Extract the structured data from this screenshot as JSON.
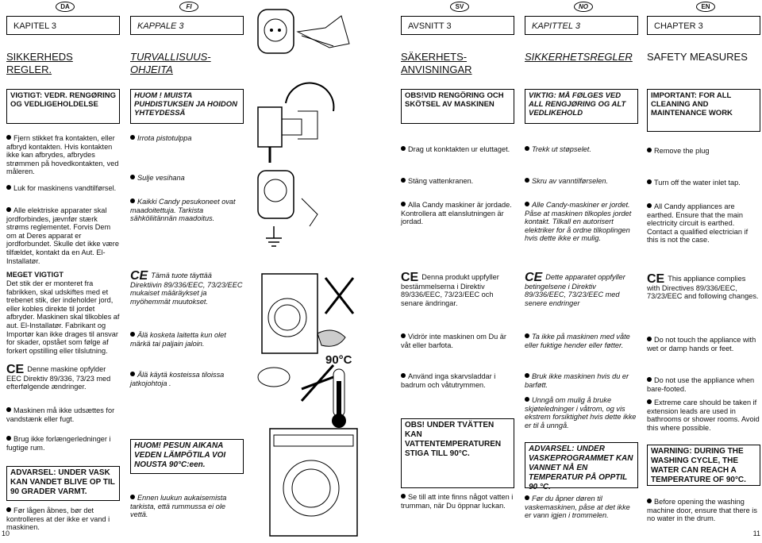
{
  "columns": [
    {
      "lang": "DA",
      "chapter": "KAPITEL 3",
      "title": "SIKKERHEDS REGLER.",
      "box1": "VIGTIGT: VEDR. RENGØRING OG VEDLIGEHOLDELSE",
      "items": [
        "Fjern stikket fra kontakten, eller afbryd kontakten. Hvis kontakten ikke kan afbrydes, afbrydes strømmen på hovedkontakten, ved måleren.",
        "Luk for maskinens vandtilførsel.",
        "Alle elektriske apparater skal jordforbindes, jævnfør stærk strøms reglementet. Forvis Dem om at Deres apparat er jordforbundet. Skulle det ikke være tilfældet, kontakt da en Aut. El-Installatør."
      ],
      "meget_title": "MEGET VIGTIGT",
      "meget_text": "Det stik der er monteret fra fabrikken, skal udskiftes med et trebenet stik, der indeholder jord, eller kobles direkte til jordet afbryder. Maskinen skal tilkobles af aut. El-Installatør. Fabrikant og Importør kan ikke drages til ansvar for skader, opstået som følge af forkert opstilling eller tilslutning.",
      "ce_text": "Denne maskine opfylder EEC Direktiv 89/336, 73/23 med efterfølgende ændringer.",
      "items2": [
        "Maskinen må ikke udsættes for vandstænk eller fugt.",
        "Brug ikke forlængerledninger i fugtige rum."
      ],
      "box2": "ADVARSEL: UNDER VASK KAN VANDET BLIVE OP TIL 90 GRADER VARMT.",
      "last": "Før lågen åbnes, bør det kontrolleres at der ikke er vand i maskinen."
    },
    {
      "lang": "FI",
      "chapter": "KAPPALE 3",
      "title": "TURVALLISUUS- OHJEITA",
      "box1": "HUOM ! MUISTA PUHDISTUKSEN JA HOIDON YHTEYDESSÄ",
      "items": [
        "Irrota pistotulppa",
        "Sulje vesihana",
        "Kaikki Candy pesukoneet ovat maadoitettuja. Tarkista sähköliitännän maadoitus."
      ],
      "ce_text": "Tämä tuote täyttää Direktiivin 89/336/EEC, 73/23/EEC mukaiset määräykset ja myöhemmät muutokset.",
      "items2": [
        "Älä kosketa laitetta kun olet märkä tai paljain jaloin.",
        "Älä käytä kosteissa tiloissa jatkojohtoja ."
      ],
      "box2": "HUOM! PESUN AIKANA VEDEN LÄMPÖTILA VOI NOUSTA 90°C:een.",
      "last": "Ennen luukun aukaisemista tarkista, että rummussa ei ole vettä."
    },
    {
      "lang": "SV",
      "chapter": "AVSNITT 3",
      "title": "SÄKERHETS- ANVISNINGAR",
      "box1": "OBS!VID RENGÖRING OCH SKÖTSEL AV MASKINEN",
      "items": [
        "Drag ut konktakten ur eluttaget.",
        "Stäng vattenkranen.",
        "Alla Candy maskiner är jordade. Kontrollera att elanslutningen är jordad."
      ],
      "ce_text": "Denna produkt uppfyller bestämmelserna i Direktiv 89/336/EEC, 73/23/EEC och senare ändringar.",
      "items2": [
        "Vidrör inte maskinen om Du är våt eller barfota.",
        "Använd inga skarvsladdar i badrum och våtutrymmen."
      ],
      "box2": "OBS! UNDER TVÄTTEN KAN VATTENTEMPERATUREN STIGA TILL 90°C.",
      "last": "Se till att inte finns något vatten i trumman, när Du öppnar luckan."
    },
    {
      "lang": "NO",
      "chapter": "KAPITTEL 3",
      "title": "SIKKERHETSREGLER",
      "box1": "VIKTIG: MÅ FØLGES VED ALL RENGJØRING OG ALT VEDLIKEHOLD",
      "items": [
        "Trekk ut støpselet.",
        "Skru av vanntilførselen.",
        "Alle Candy-maskiner er jordet. Påse at maskinen tilkoples jordet kontakt. Tilkall en autorisert elektriker for å ordne tilkoplingen hvis dette ikke er mulig."
      ],
      "ce_text": "Dette apparatet oppfyller betingelsene i Direktiv 89/336/EEC, 73/23/EEC med senere endringer",
      "items2": [
        "Ta ikke på maskinen med våte eller fuktige hender eller føtter.",
        "Bruk ikke maskinen hvis du er barføtt.",
        "Unngå om mulig å bruke skjøteledninger i våtrom, og vis ekstrem forsiktighet hvis dette ikke er til å unngå."
      ],
      "box2": "ADVARSEL: UNDER VASKEPROGRAMMET KAN VANNET NÅ EN TEMPERATUR PÅ OPPTIL 90 °C.",
      "last": "Før du åpner døren til vaskemaskinen, påse at det ikke er vann igjen i trommelen."
    },
    {
      "lang": "EN",
      "chapter": "CHAPTER 3",
      "title": "SAFETY MEASURES",
      "box1": "IMPORTANT: FOR ALL CLEANING AND MAINTENANCE WORK",
      "items": [
        "Remove the plug",
        "Turn off the water inlet tap.",
        "All Candy appliances are earthed. Ensure that the main electricity circuit is earthed. Contact a qualified electrician if this is not the case."
      ],
      "ce_text": "This appliance complies with Directives 89/336/EEC, 73/23/EEC and following changes.",
      "items2": [
        "Do not touch the appliance with wet or damp hands or feet.",
        "Do not use the appliance when bare-footed.",
        "Extreme care should be taken if extension leads are used in bathrooms or shower rooms. Avoid this where possible."
      ],
      "box2": "WARNING: DURING THE WASHING CYCLE, THE WATER CAN REACH A TEMPERATURE OF 90°C.",
      "last": "Before opening the washing machine door, ensure that there is no water in the drum."
    }
  ],
  "illustration_temp": "90°C",
  "page_left": "10",
  "page_right": "11"
}
